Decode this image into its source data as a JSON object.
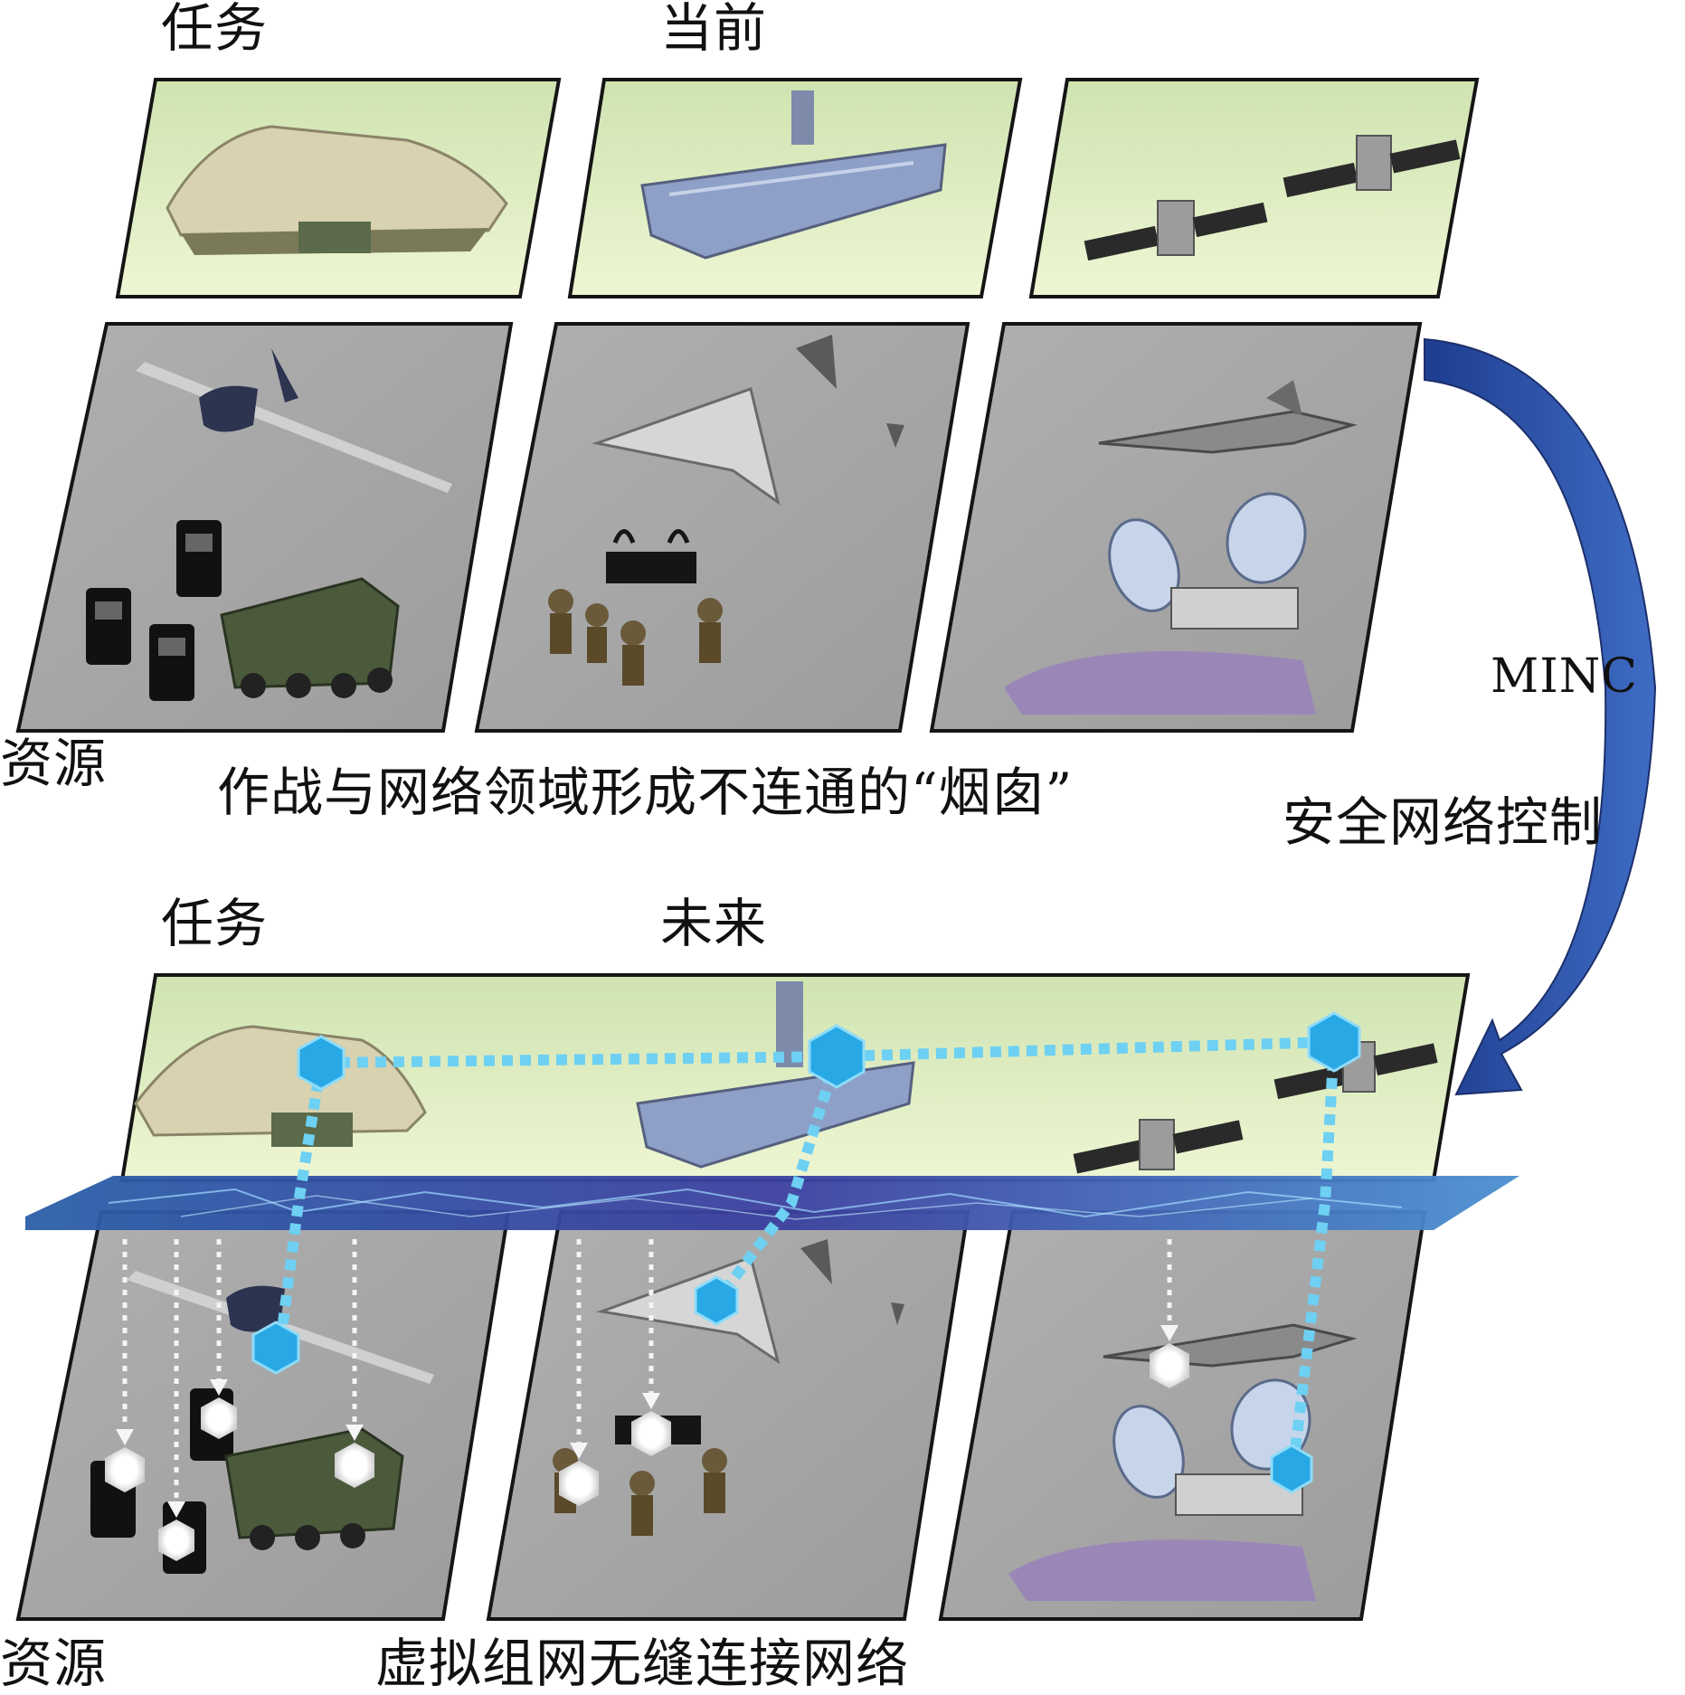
{
  "current": {
    "task_label": "任务",
    "period_label": "当前",
    "resource_label": "资源",
    "caption": "作战与网络领域形成不连通的“烟囱”"
  },
  "future": {
    "task_label": "任务",
    "period_label": "未来",
    "resource_label": "资源",
    "caption": "虚拟组网无缝连接网络"
  },
  "transition": {
    "acronym": "MINC",
    "description": "安全网络控制"
  },
  "colors": {
    "task_panel": "#e7f1c9",
    "resource_panel": "#a5a5a5",
    "panel_border": "#151515",
    "network_layer": "#3a3f8f",
    "node": "#29a8e6",
    "link": "#6ed0f2",
    "arrow": "#2a4ea6"
  }
}
